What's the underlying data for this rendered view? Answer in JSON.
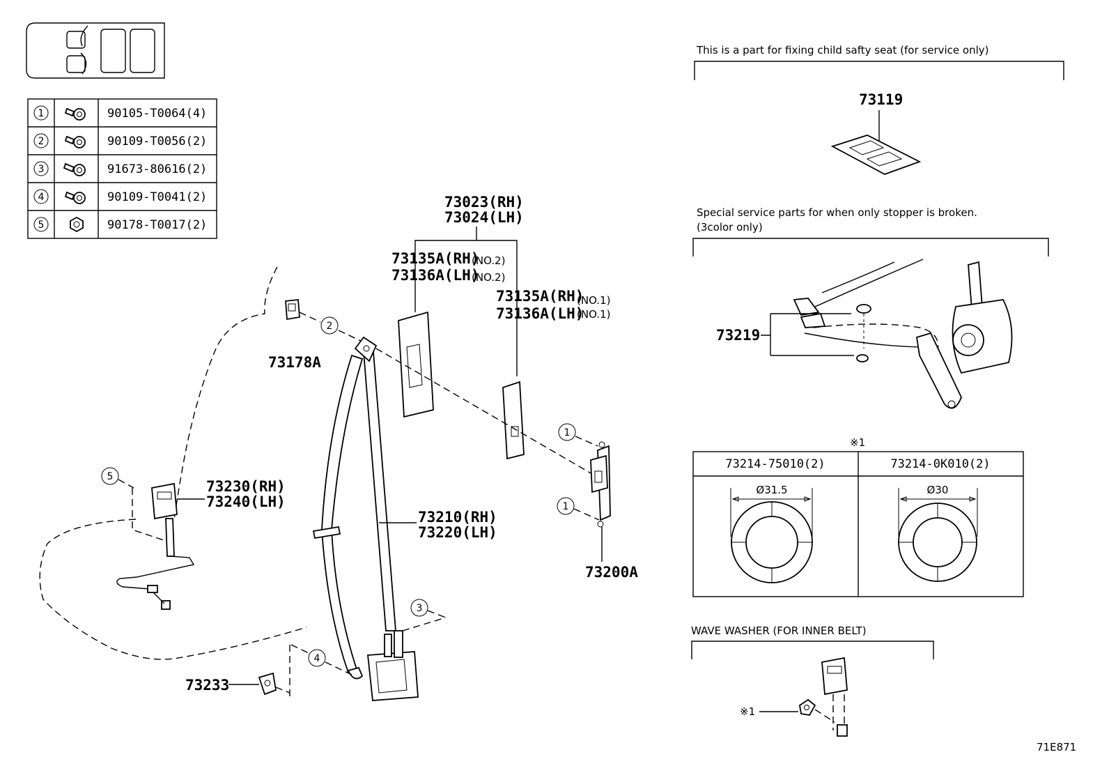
{
  "fastener_table": [
    {
      "no": "1",
      "part": "90105-T0064(4)",
      "icon": "bolt-icon"
    },
    {
      "no": "2",
      "part": "90109-T0056(2)",
      "icon": "bolt-icon"
    },
    {
      "no": "3",
      "part": "91673-80616(2)",
      "icon": "bolt-icon"
    },
    {
      "no": "4",
      "part": "90109-T0041(2)",
      "icon": "bolt-icon"
    },
    {
      "no": "5",
      "part": "90178-T0017(2)",
      "icon": "nut-icon"
    }
  ],
  "labels": {
    "cover_rh": "73023(RH)",
    "cover_lh": "73024(LH)",
    "no2_rh": "73135A(RH)",
    "no2_lh": "73136A(LH)",
    "no2_tag": "(NO.2)",
    "no1_rh": "73135A(RH)",
    "no1_lh": "73136A(LH)",
    "no1_tag": "(NO.1)",
    "guide": "73178A",
    "buckle_rh": "73230(RH)",
    "buckle_lh": "73240(LH)",
    "belt_rh": "73210(RH)",
    "belt_lh": "73220(LH)",
    "adjuster": "73200A",
    "clip": "73233",
    "child_seat_part": "73119",
    "stopper_part": "73219"
  },
  "callouts": {
    "c1": "1",
    "c2": "2",
    "c3": "3",
    "c4": "4",
    "c5": "5"
  },
  "notes": {
    "child_seat": "This is a part for fixing child safty seat (for service only)",
    "stopper_line1": "Special service parts for when only stopper is broken.",
    "stopper_line2": "(3color only)",
    "wave_washer": "WAVE WASHER (FOR INNER BELT)",
    "mark": "※1",
    "diagram_id": "71E871"
  },
  "washer_table": {
    "mark": "※1",
    "columns": [
      {
        "part": "73214-75010(2)",
        "diameter": "Ø31.5"
      },
      {
        "part": "73214-0K010(2)",
        "diameter": "Ø30"
      }
    ]
  }
}
